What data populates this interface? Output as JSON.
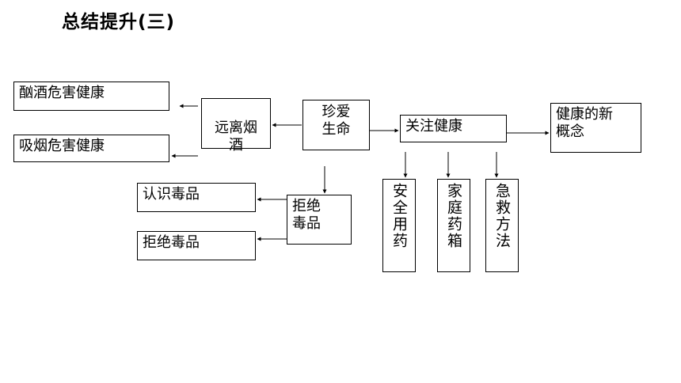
{
  "title": "总结提升(三)",
  "nodes": {
    "alcohol_harm": "酗酒危害健康",
    "smoking_harm": "吸烟危害健康",
    "avoid_smoke_alcohol": "远离烟\n酒",
    "cherish_life": "珍爱\n生命",
    "focus_health": "关注健康",
    "new_concept": "健康的新\n概念",
    "know_drugs": "认识毒品",
    "refuse_drugs_left": "拒绝毒品",
    "refuse_drugs": "拒绝\n毒品",
    "safe_medication": "安全用药",
    "home_medicine_box": "家庭药箱",
    "first_aid": "急救方法"
  }
}
